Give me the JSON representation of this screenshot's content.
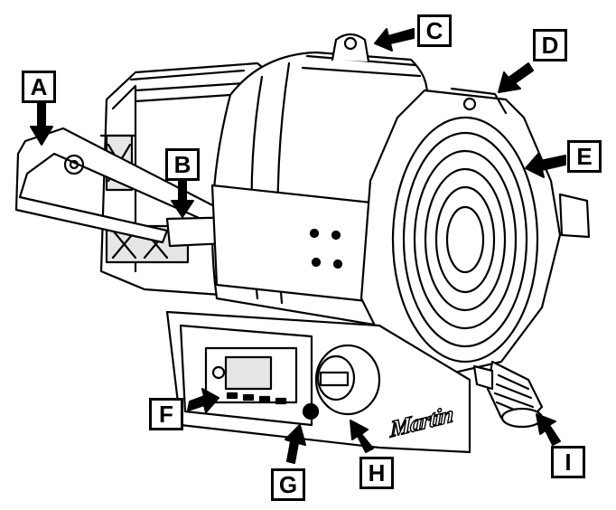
{
  "labels": {
    "a": "A",
    "b": "B",
    "c": "C",
    "d": "D",
    "e": "E",
    "f": "F",
    "g": "G",
    "h": "H",
    "i": "I"
  },
  "brand": "Martin",
  "colors": {
    "ink": "#000000",
    "paper": "#ffffff",
    "shade": "#e6e6e6"
  }
}
